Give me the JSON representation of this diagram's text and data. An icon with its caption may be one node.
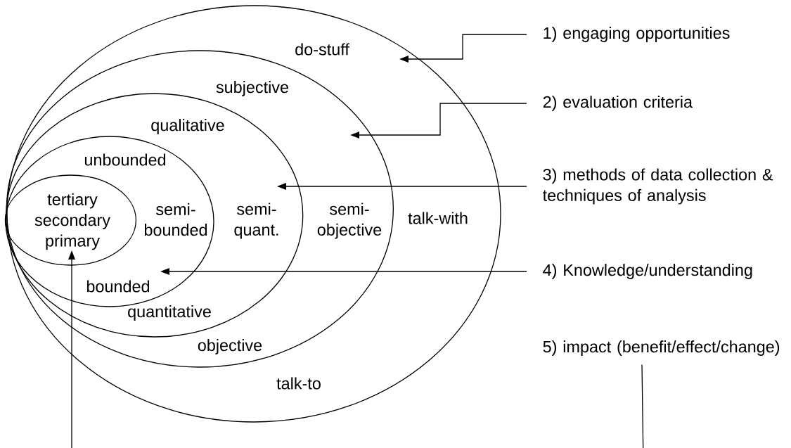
{
  "diagram": {
    "nodes": [
      {
        "text": [
          "do-stuff",
          "talk-with",
          "talk-to"
        ]
      },
      {
        "text": [
          "subjective",
          "semi-objective",
          "objective"
        ],
        "in": 0
      },
      {
        "text": [
          "qualitative",
          "semi-quant.",
          "quantitative"
        ],
        "in": 1
      },
      {
        "text": [
          "unbounded",
          "semi-bounded",
          "bounded"
        ],
        "in": 2
      },
      {
        "text": [
          "tertiary secondary primary"
        ],
        "in": 3
      },
      {
        "text": [
          "1) engaging opportunities"
        ]
      },
      {
        "text": [
          "2) evaluation criteria"
        ]
      },
      {
        "text": [
          "3) methods of data collection & techniques of analysis"
        ]
      },
      {
        "text": [
          "4) Knowledge/understanding"
        ]
      },
      {
        "text": [
          "5) impact (benefit/effect/change)"
        ]
      }
    ],
    "edges": [
      {
        "from": 5,
        "to": 0,
        "arrow": "to"
      },
      {
        "from": 6,
        "to": 1,
        "arrow": "to"
      },
      {
        "from": 7,
        "to": 2,
        "arrow": "to"
      },
      {
        "from": 8,
        "to": 3,
        "arrow": "to"
      },
      {
        "from": 9,
        "to": 4,
        "arrow": "to"
      }
    ]
  }
}
